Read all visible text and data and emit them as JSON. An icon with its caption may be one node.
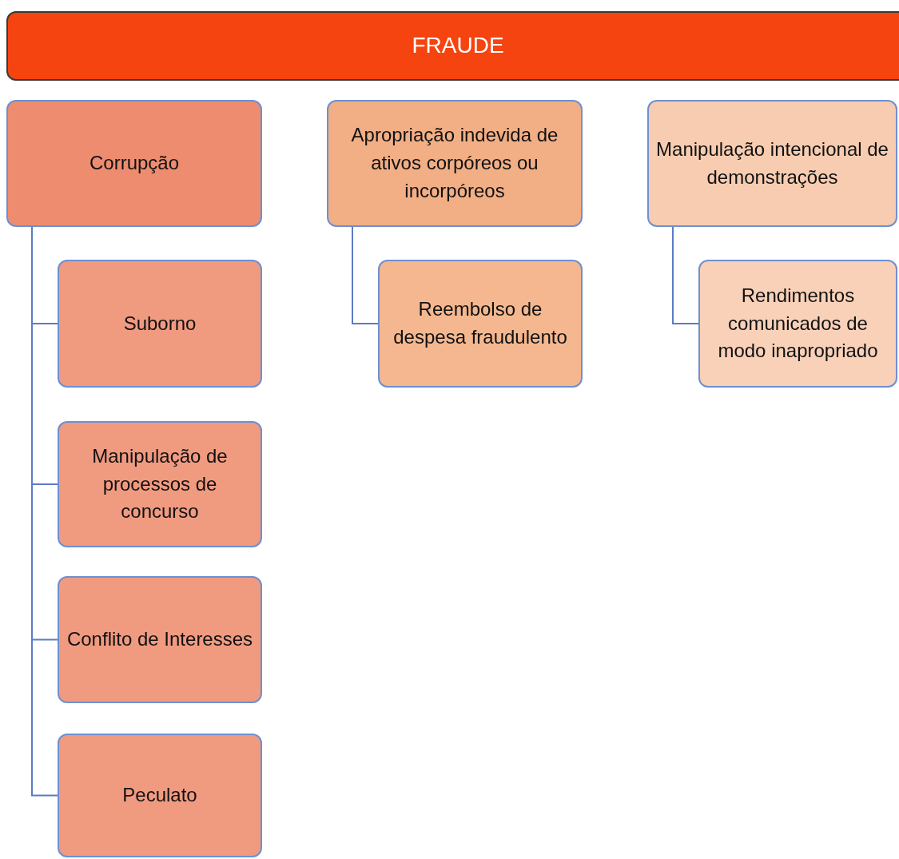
{
  "diagram": {
    "nodes": [
      {
        "text": [
          "FRAUDE"
        ]
      },
      {
        "text": [
          "Corrupção"
        ]
      },
      {
        "text": [
          "Suborno"
        ]
      },
      {
        "text": [
          "Manipulação de processos de concurso"
        ]
      },
      {
        "text": [
          "Conflito de Interesses"
        ]
      },
      {
        "text": [
          "Peculato"
        ]
      },
      {
        "text": [
          "Apropriação indevida de ativos corpóreos ou incorpóreos"
        ]
      },
      {
        "text": [
          "Reembolso de despesa fraudulento"
        ]
      },
      {
        "text": [
          "Manipulação intencional de demonstrações"
        ]
      },
      {
        "text": [
          "Rendimentos comunicados de modo inapropriado"
        ]
      }
    ],
    "edges": [
      {
        "from": 1,
        "to": 2,
        "arrow": "none"
      },
      {
        "from": 1,
        "to": 3,
        "arrow": "none"
      },
      {
        "from": 1,
        "to": 4,
        "arrow": "none"
      },
      {
        "from": 1,
        "to": 5,
        "arrow": "none"
      },
      {
        "from": 6,
        "to": 7,
        "arrow": "none"
      },
      {
        "from": 8,
        "to": 9,
        "arrow": "none"
      }
    ]
  }
}
